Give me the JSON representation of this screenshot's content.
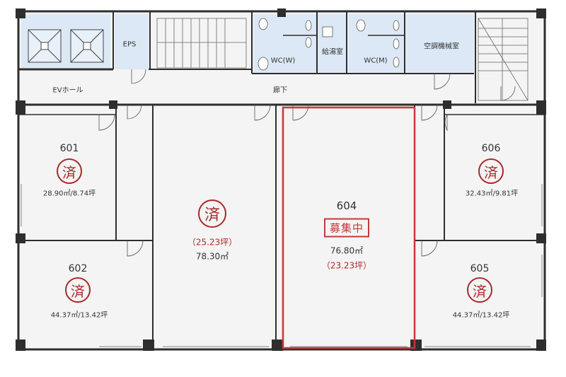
{
  "common": {
    "ev_hall": "EVホール",
    "corridor": "廊下",
    "eps": "EPS",
    "wc_women": "WC(W)",
    "wc_men": "WC(M)",
    "kitchenette": "給湯室",
    "machine_room": "空調機械室"
  },
  "stamp_glyph": "済",
  "units": {
    "u601": {
      "number": "601",
      "area": "28.90㎡/8.74坪",
      "status": "済"
    },
    "u602": {
      "number": "602",
      "area": "44.37㎡/13.42坪",
      "status": "済"
    },
    "u603": {
      "tsubo": "（25.23坪）",
      "sqm": "78.30㎡",
      "status": "済"
    },
    "u604": {
      "number": "604",
      "status_badge": "募集中",
      "sqm": "76.80㎡",
      "tsubo": "（23.23坪）"
    },
    "u605": {
      "number": "605",
      "area": "44.37㎡/13.42坪",
      "status": "済"
    },
    "u606": {
      "number": "606",
      "area": "32.43㎡/9.81坪",
      "status": "済"
    }
  },
  "colors": {
    "wall": "#2e2e2e",
    "floor": "#f4f4f4",
    "service_blue": "#dce8f5",
    "highlight_red": "#c8373a",
    "stamp_red": "#a82a2a"
  }
}
